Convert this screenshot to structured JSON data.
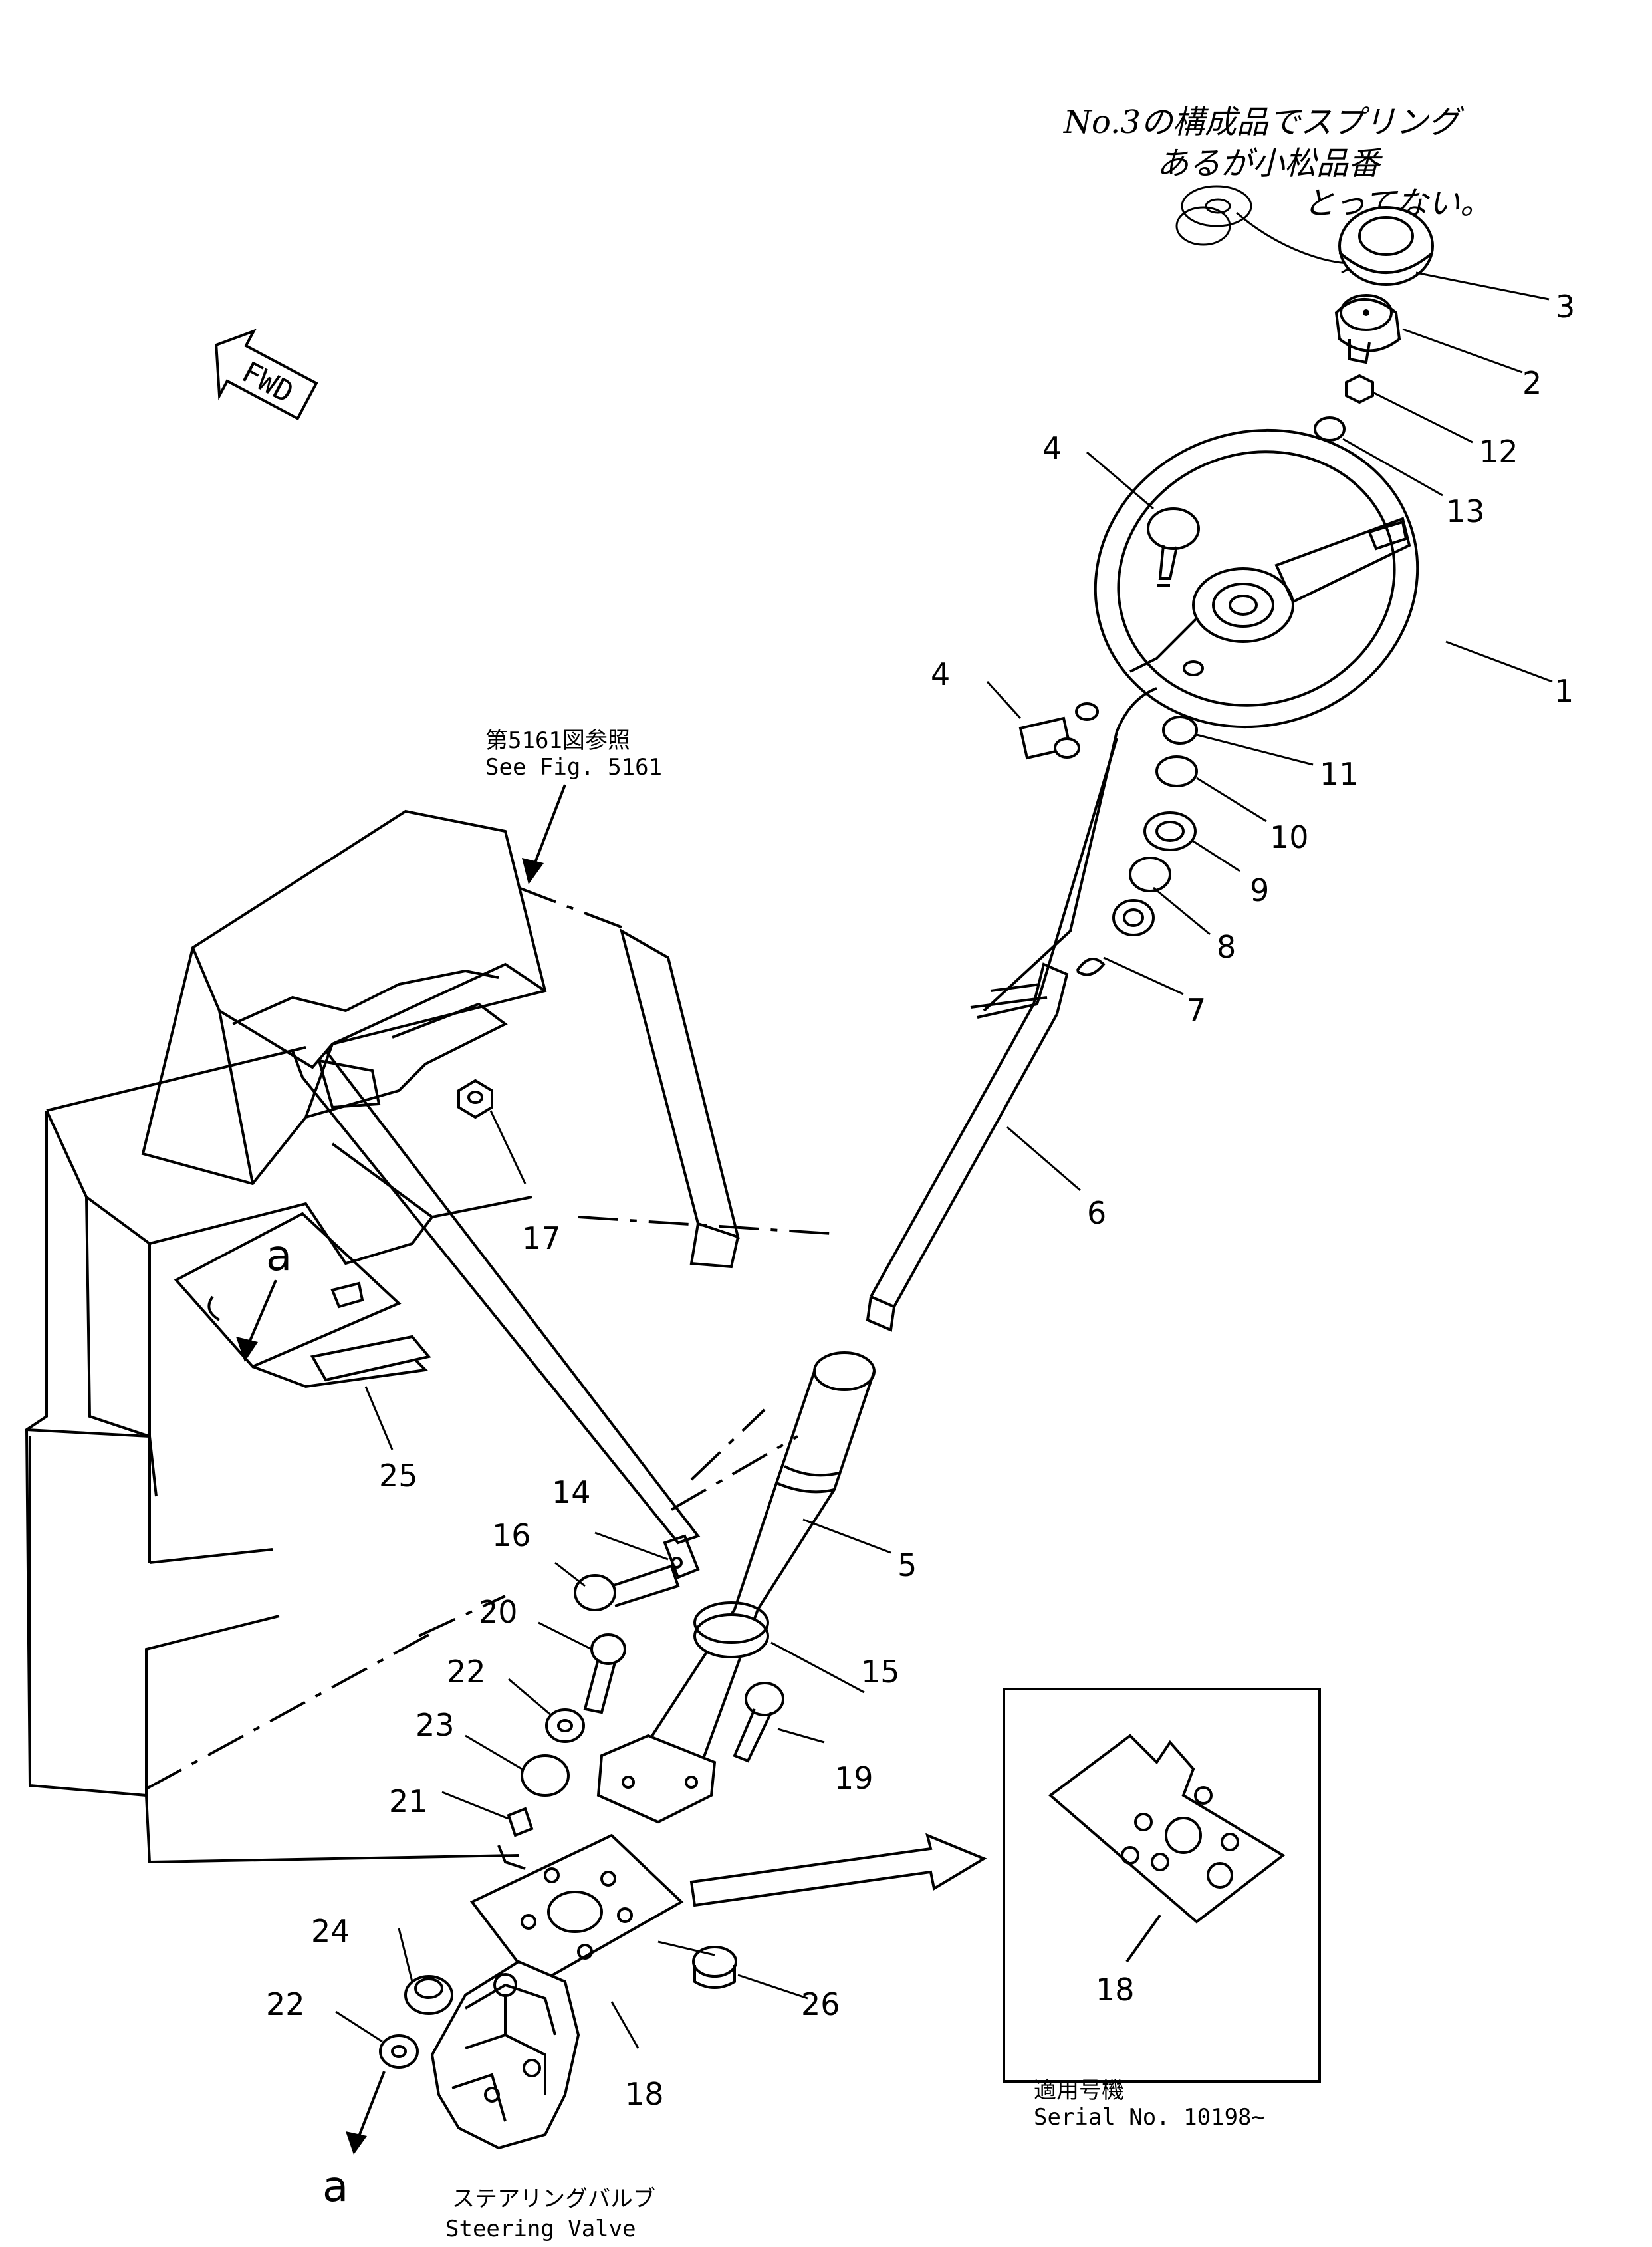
{
  "handwritten_note": [
    "No.3の構成品でスプリング",
    "あるが小松品番",
    "とってない。"
  ],
  "fwd_label": "FWD",
  "ref_label": {
    "jp": "第5161図参照",
    "en": "See Fig. 5161"
  },
  "callouts": [
    "1",
    "2",
    "3",
    "4",
    "4",
    "5",
    "6",
    "7",
    "8",
    "9",
    "10",
    "11",
    "12",
    "13",
    "14",
    "15",
    "16",
    "17",
    "18",
    "18",
    "19",
    "20",
    "21",
    "22",
    "22",
    "23",
    "24",
    "25",
    "26"
  ],
  "view_marker": "a",
  "inset": {
    "part": "18",
    "jp": "適用号機",
    "en": "Serial No. 10198~"
  },
  "steering_valve": {
    "jp": "ステアリングバルブ",
    "en": "Steering Valve"
  }
}
